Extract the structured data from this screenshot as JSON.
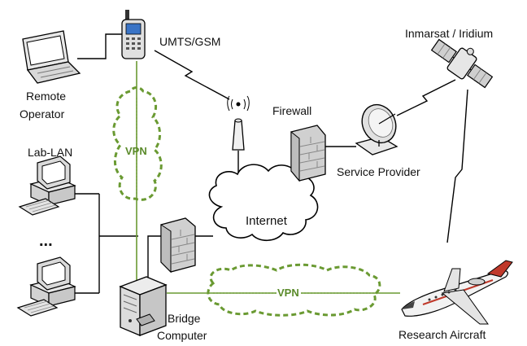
{
  "labels": {
    "remote_operator_line1": "Remote",
    "remote_operator_line2": "Operator",
    "umts": "UMTS/GSM",
    "inmarsat": "Inmarsat / Iridium",
    "firewall": "Firewall",
    "vpn_vertical": "VPN",
    "lab_lan": "Lab-LAN",
    "service_provider": "Service Provider",
    "internet": "Internet",
    "ellipsis": "...",
    "vpn_horizontal": "VPN",
    "bridge_line1": "Bridge",
    "bridge_line2": "Computer",
    "research_aircraft": "Research Aircraft"
  },
  "colors": {
    "line": "#000000",
    "vpn": "#6a9a32",
    "device_fill": "#f0f0f0",
    "phone_screen": "#3a74c6"
  },
  "icons": [
    "laptop-icon",
    "mobile-phone-icon",
    "antenna-tower-icon",
    "firewall-icon",
    "satellite-dish-icon",
    "satellite-icon",
    "desktop-pc-icon",
    "server-icon",
    "aircraft-icon",
    "cloud-icon"
  ]
}
